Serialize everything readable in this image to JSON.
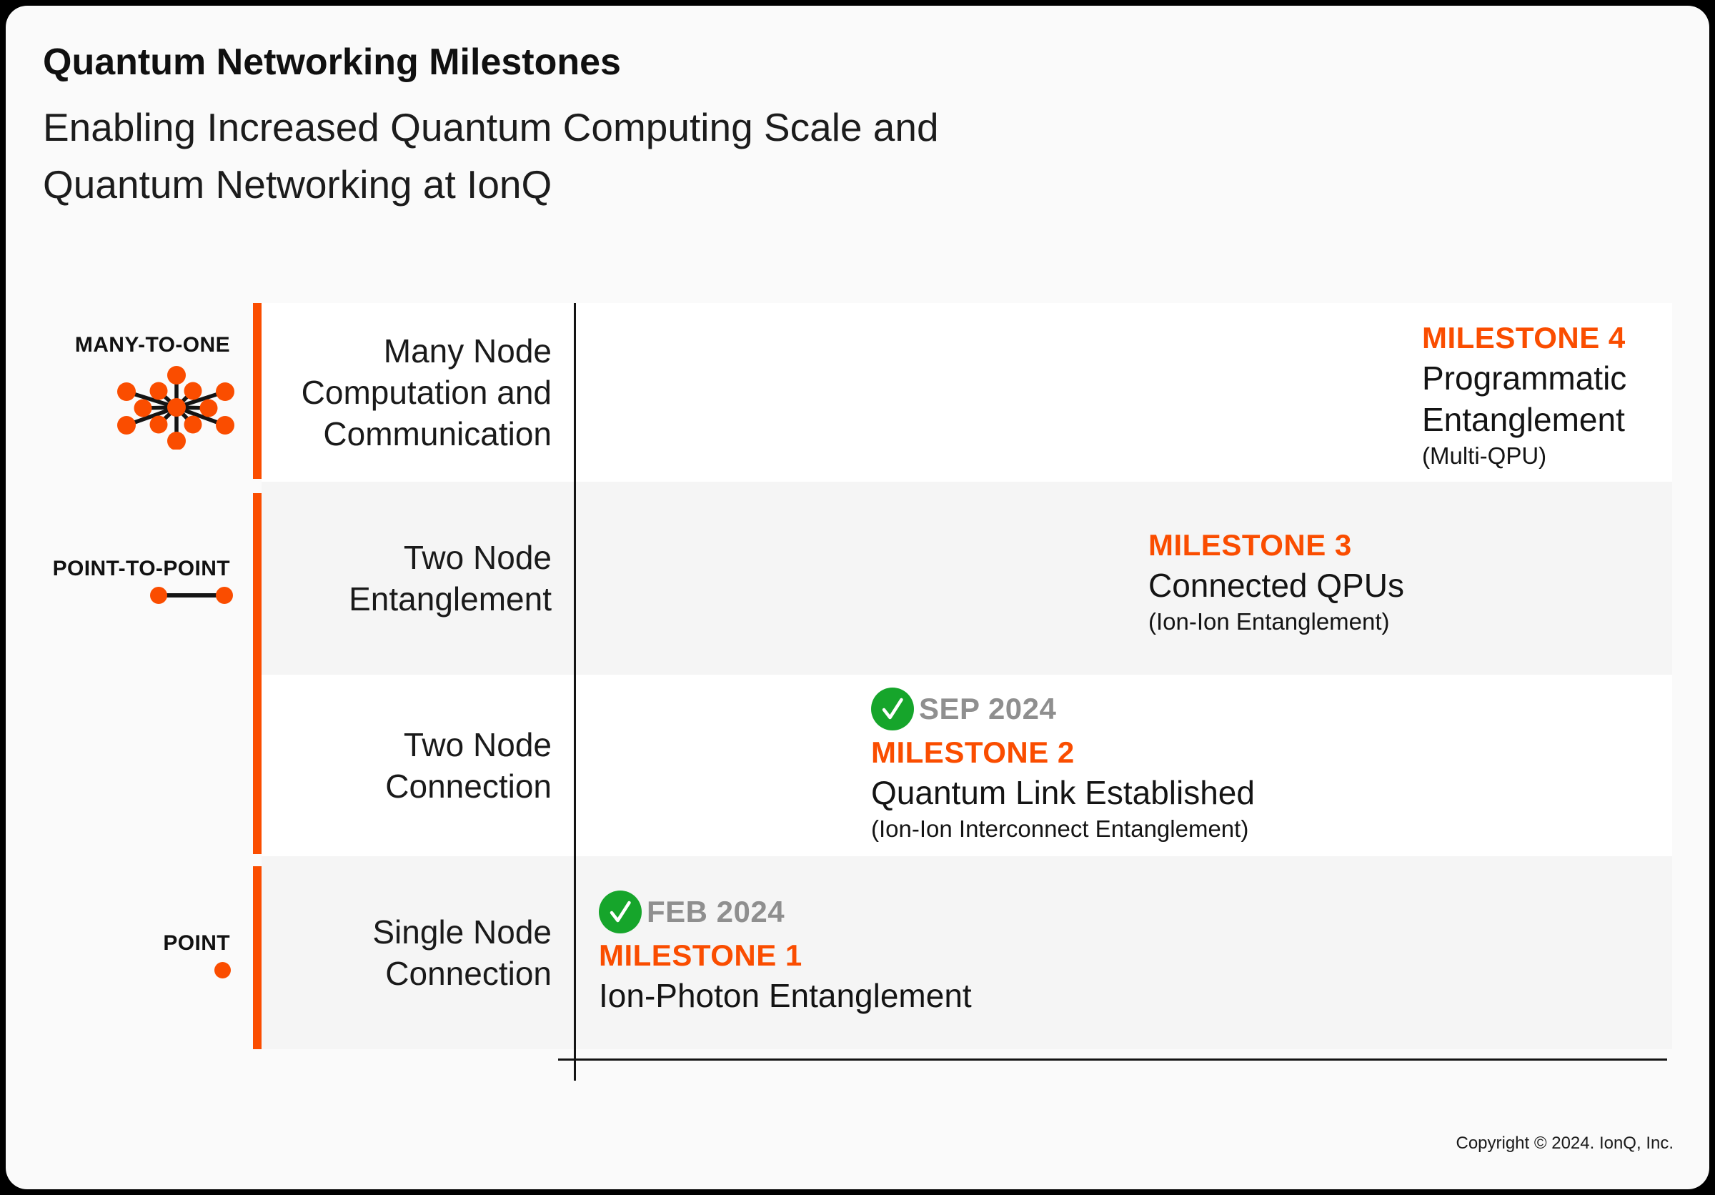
{
  "header": {
    "title": "Quantum Networking Milestones",
    "subtitle_line1": "Enabling Increased Quantum Computing Scale and",
    "subtitle_line2": "Quantum Networking at IonQ"
  },
  "colors": {
    "orange": "#FA4D00",
    "green_check": "#16A52B",
    "date_gray": "#8F8F8F",
    "row_white": "#FFFFFF",
    "row_gray": "#F5F5F5",
    "card_bg": "#FAFAFA",
    "outer_bg": "#000000",
    "ink": "#141414"
  },
  "categories": [
    {
      "label": "MANY-TO-ONE",
      "icon": "many-to-one-hub-icon"
    },
    {
      "label": "POINT-TO-POINT",
      "icon": "point-to-point-icon"
    },
    {
      "label": "POINT",
      "icon": "point-dot-icon"
    }
  ],
  "rows": [
    {
      "lines": [
        "Many Node",
        "Computation and",
        "Communication"
      ],
      "category": "MANY-TO-ONE",
      "bg": "white"
    },
    {
      "lines": [
        "Two Node",
        "Entanglement"
      ],
      "category": "POINT-TO-POINT",
      "bg": "gray"
    },
    {
      "lines": [
        "Two Node",
        "Connection"
      ],
      "category": "POINT-TO-POINT",
      "bg": "white"
    },
    {
      "lines": [
        "Single Node",
        "Connection"
      ],
      "category": "POINT",
      "bg": "gray"
    }
  ],
  "milestones": [
    {
      "label": "MILESTONE 1",
      "date": "FEB 2024",
      "completed": true,
      "check_icon": "check-circle-icon",
      "title_line1": "Ion-Photon Entanglement",
      "subtitle": ""
    },
    {
      "label": "MILESTONE 2",
      "date": "SEP 2024",
      "completed": true,
      "check_icon": "check-circle-icon",
      "title_line1": "Quantum Link Established",
      "subtitle": "(Ion-Ion Interconnect Entanglement)"
    },
    {
      "label": "MILESTONE 3",
      "date": "",
      "completed": false,
      "title_line1": "Connected QPUs",
      "subtitle": "(Ion-Ion Entanglement)"
    },
    {
      "label": "MILESTONE 4",
      "date": "",
      "completed": false,
      "title_line1": "Programmatic",
      "title_line2": "Entanglement",
      "subtitle": "(Multi-QPU)"
    }
  ],
  "footer": {
    "copyright": "Copyright © 2024. IonQ, Inc."
  }
}
